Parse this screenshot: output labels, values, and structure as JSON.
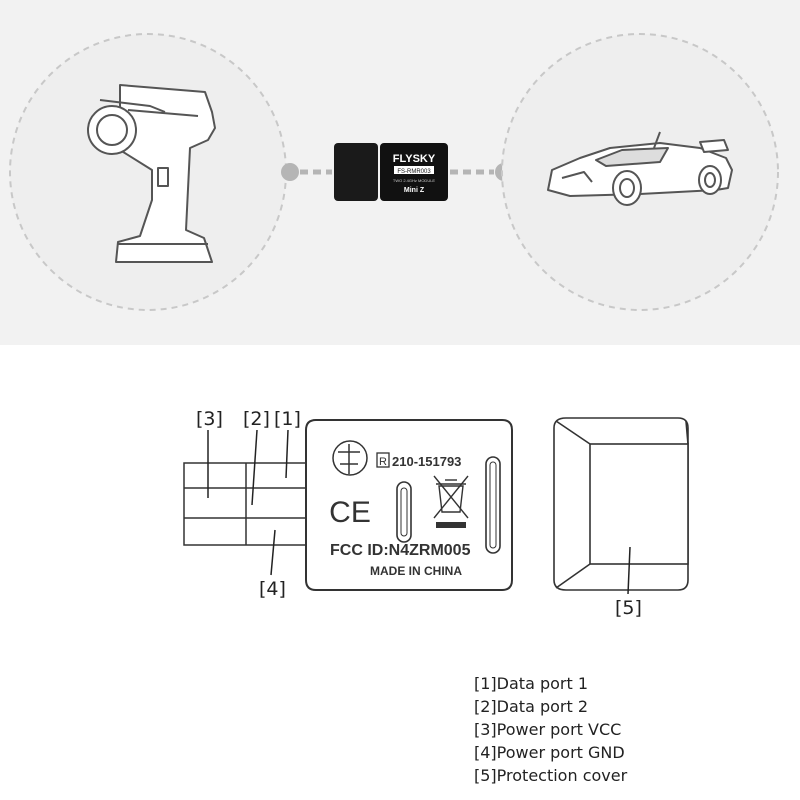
{
  "module": {
    "brand": "FLYSKY",
    "model": "FS-RMR003",
    "subtitle": "TWO 2.4GHz MODULE",
    "mark": "Mini Z"
  },
  "device_label": {
    "cert_code": "210-151793",
    "registered_mark": "R",
    "fcc": "FCC ID:N4ZRM005",
    "origin": "MADE IN CHINA",
    "ce_mark": "CE"
  },
  "callouts": [
    "[1]",
    "[2]",
    "[3]",
    "[4]",
    "[5]"
  ],
  "legend": [
    "[1]Data port 1",
    "[2]Data port 2",
    "[3]Power port VCC",
    "[4]Power port GND",
    "[5]Protection cover"
  ]
}
